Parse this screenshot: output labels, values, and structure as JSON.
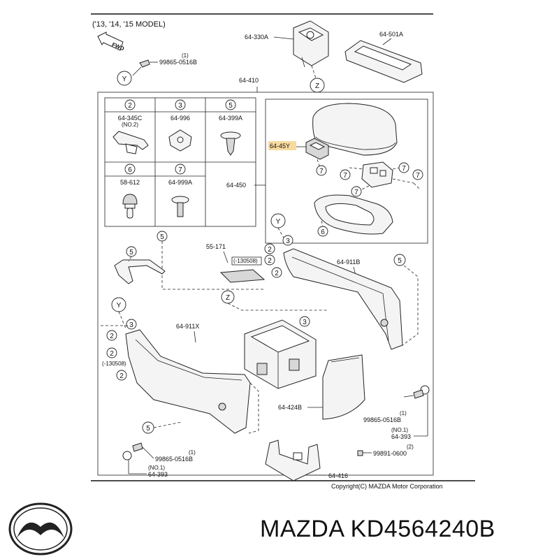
{
  "header": {
    "model_years": "('13, '14, '15 MODEL)",
    "fwd_label": "FWD"
  },
  "copyright": "Copyright(C) MAZDA Motor Corporation",
  "brand": {
    "title": "MAZDA KD4564240B",
    "logo_icon": "mazda-logo-icon"
  },
  "highlight_color": "#f6d38e",
  "legend": [
    {
      "index": "2",
      "part": "64-345C",
      "note": "(NO.2)"
    },
    {
      "index": "3",
      "part": "64-996",
      "note": ""
    },
    {
      "index": "5",
      "part": "64-399A",
      "note": ""
    },
    {
      "index": "6",
      "part": "58-612",
      "note": ""
    },
    {
      "index": "7",
      "part": "64-999A",
      "note": ""
    }
  ],
  "parts": {
    "p64_330a": "64-330A",
    "p64_501a": "64-501A",
    "p99865_top": "99865-0516B",
    "p99865_top_note": "(1)",
    "p64_410": "64-410",
    "p64_45y": "64-45Y",
    "p64_450": "64-450",
    "p55_171": "55-171",
    "p130508_a": "(-130508)",
    "p64_911b": "64-911B",
    "p64_911x": "64-911X",
    "p130508_b": "(-130508)",
    "p64_424b": "64-424B",
    "p99865_r": "99865-0516B",
    "p99865_r_note": "(1)",
    "p64_393_r_note": "(NO.1)",
    "p64_393_r": "64-393",
    "p99891_note": "(2)",
    "p99891": "99891-0600",
    "p99865_l": "99865-0516B",
    "p99865_l_note": "(1)",
    "p64_393_l_note": "(NO.1)",
    "p64_393_l": "64-393",
    "p64_416": "64-416"
  },
  "callouts": {
    "y": "Y",
    "z": "Z",
    "two": "2",
    "three": "3",
    "five": "5",
    "six": "6",
    "seven": "7"
  }
}
